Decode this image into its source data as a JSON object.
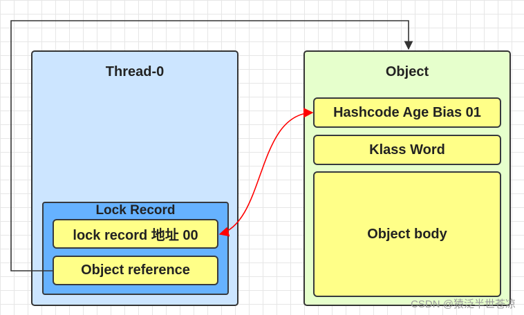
{
  "thread": {
    "title": "Thread-0",
    "lock_record": {
      "title": "Lock Record",
      "lock_address": "lock  record 地址 00",
      "object_reference": "Object reference"
    }
  },
  "object": {
    "title": "Object",
    "mark_word": "Hashcode Age Bias 01",
    "klass_word": "Klass Word",
    "body": "Object body"
  },
  "watermark": "CSDN @猿泛半世苍凉",
  "colors": {
    "thread_bg": "#cce5ff",
    "lock_record_bg": "#66b2ff",
    "object_bg": "#e6ffcc",
    "cell_bg": "#ffff88",
    "cas_arrow": "#ff0000",
    "ref_line": "#333333"
  }
}
